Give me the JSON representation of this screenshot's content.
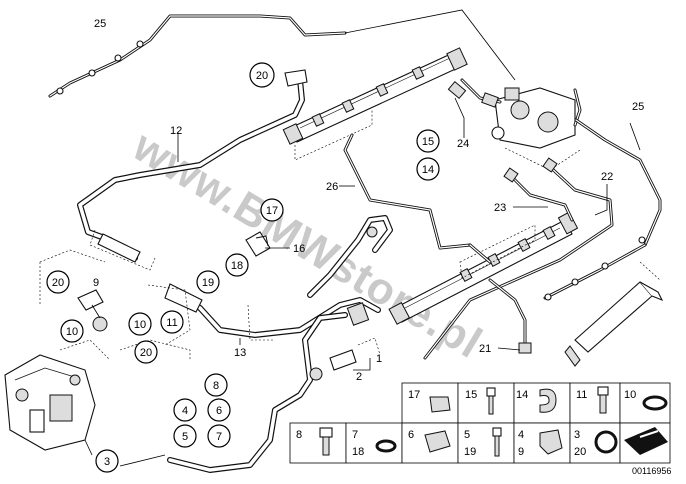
{
  "callouts": {
    "c25_top": "25",
    "c25_right": "25",
    "c12": "12",
    "c24": "24",
    "c26": "26",
    "c22": "22",
    "c23": "23",
    "c16": "16",
    "c9": "9",
    "c13": "13",
    "c21": "21",
    "c1": "1",
    "c2": "2",
    "c3": "3"
  },
  "circled": {
    "n20_top": "20",
    "n15": "15",
    "n14": "14",
    "n17": "17",
    "n18": "18",
    "n19": "19",
    "n20_left": "20",
    "n10_left": "10",
    "n10_mid": "10",
    "n11": "11",
    "n20_bottom": "20",
    "n8": "8",
    "n4": "4",
    "n6": "6",
    "n5": "5",
    "n7": "7",
    "n3": "3"
  },
  "legend": {
    "row1": [
      "17",
      "15",
      "14",
      "11",
      "10"
    ],
    "row2": [
      {
        "a": "8",
        "b": ""
      },
      {
        "a": "7",
        "b": "18"
      },
      {
        "a": "6",
        "b": ""
      },
      {
        "a": "5",
        "b": "19"
      },
      {
        "a": "4",
        "b": "9"
      },
      {
        "a": "3",
        "b": "20"
      }
    ]
  },
  "watermark": "www.BMWstore.pl",
  "catalog_number": "00116956"
}
